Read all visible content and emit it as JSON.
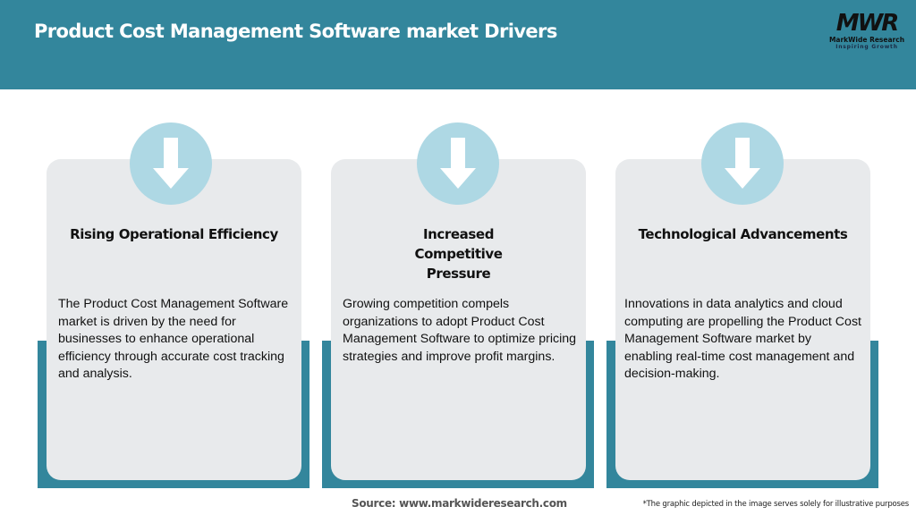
{
  "header": {
    "title": "Product Cost Management Software market Drivers",
    "background_color": "#33869c"
  },
  "logo": {
    "mark": "MWR",
    "name": "MarkWide Research",
    "tagline": "Inspiring Growth"
  },
  "cards": [
    {
      "icon": "arrow-down-icon",
      "title": "Rising Operational Efficiency",
      "body": "The Product Cost Management Software market is driven by the need for businesses to enhance operational efficiency through accurate cost tracking and analysis."
    },
    {
      "icon": "arrow-down-icon",
      "title": "Increased Competitive Pressure",
      "body": "Growing competition compels organizations to adopt Product Cost Management Software to optimize pricing strategies and improve profit margins."
    },
    {
      "icon": "arrow-down-icon",
      "title": "Technological Advancements",
      "body": "Innovations in data analytics and cloud computing are propelling the Product Cost Management Software market by enabling real-time cost management and decision-making."
    }
  ],
  "colors": {
    "accent": "#33869c",
    "card": "#e8eaec",
    "icon_circle": "#aed8e4"
  },
  "footer": {
    "source": "Source: www.markwideresearch.com",
    "disclaimer": "*The graphic depicted in the image serves solely for illustrative purposes"
  }
}
